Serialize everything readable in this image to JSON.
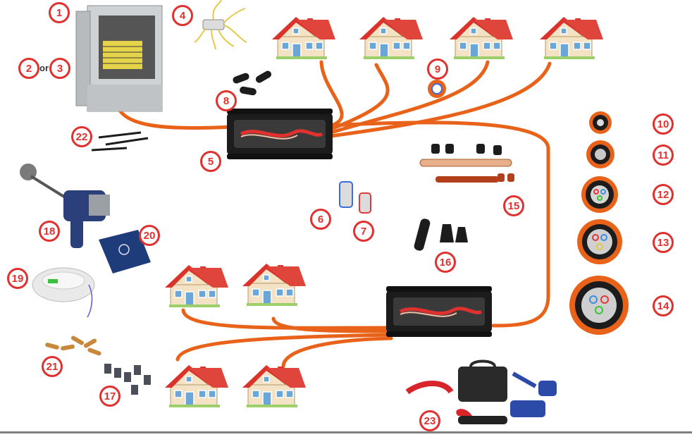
{
  "callouts": [
    {
      "num": "1"
    },
    {
      "num": "2"
    },
    {
      "num": "3"
    },
    {
      "num": "4"
    },
    {
      "num": "5"
    },
    {
      "num": "6"
    },
    {
      "num": "7"
    },
    {
      "num": "8"
    },
    {
      "num": "9"
    },
    {
      "num": "10"
    },
    {
      "num": "11"
    },
    {
      "num": "12"
    },
    {
      "num": "13"
    },
    {
      "num": "14"
    },
    {
      "num": "15"
    },
    {
      "num": "16"
    },
    {
      "num": "17"
    },
    {
      "num": "18"
    },
    {
      "num": "19"
    },
    {
      "num": "20"
    },
    {
      "num": "21"
    },
    {
      "num": "22"
    },
    {
      "num": "23"
    }
  ],
  "or_text": "or",
  "colors": {
    "cable": "#e8621a",
    "cable_dark": "#c0440e",
    "badge": "#e0312f",
    "roof": "#d9332b",
    "wall": "#f3e2c4",
    "closure": "#1c1c1c"
  }
}
